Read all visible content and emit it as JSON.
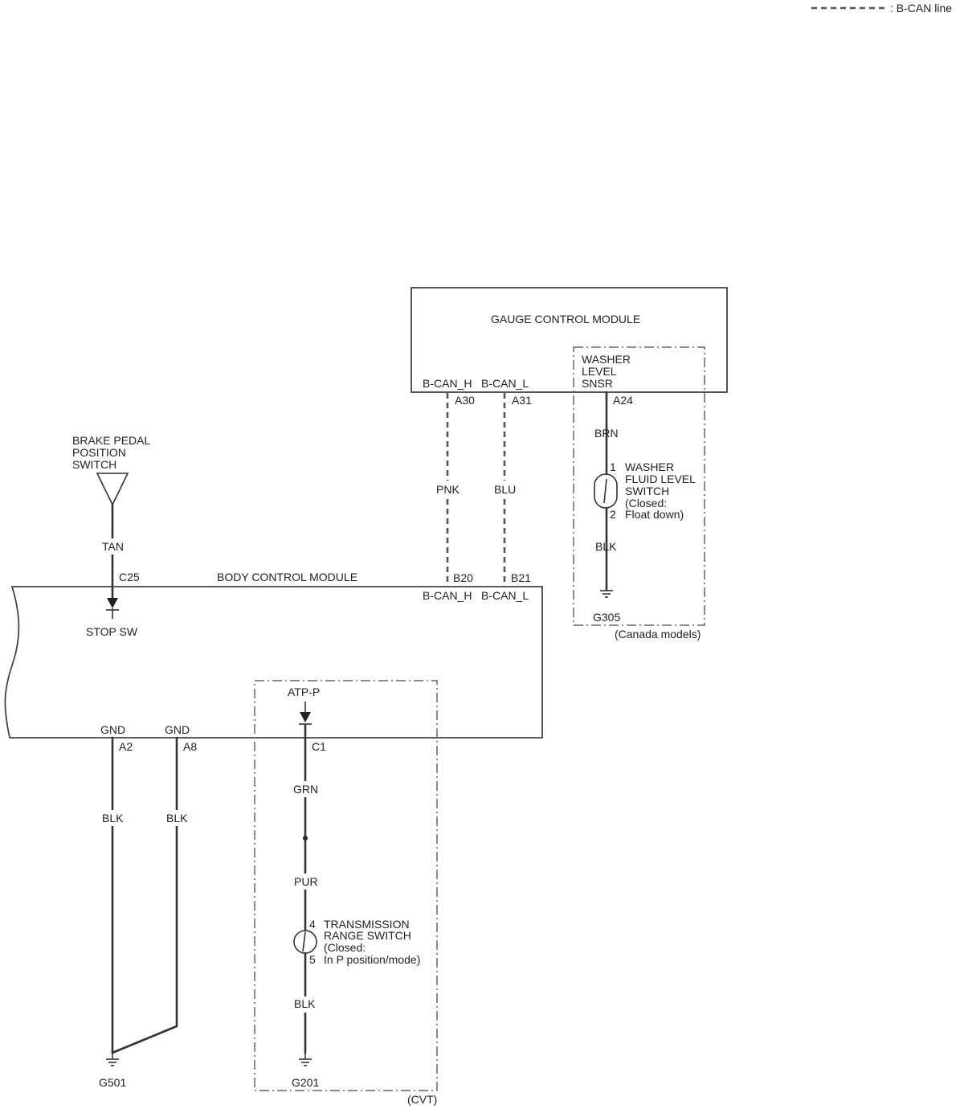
{
  "legend": {
    "can_line_label": ": B-CAN line"
  },
  "gauge_module": {
    "title": "GAUGE CONTROL MODULE",
    "can_h_label": "B-CAN_H",
    "can_l_label": "B-CAN_L",
    "pin_can_h": "A30",
    "pin_can_l": "A31",
    "washer_sensor_line1": "WASHER",
    "washer_sensor_line2": "LEVEL",
    "washer_sensor_line3": "SNSR",
    "pin_washer": "A24"
  },
  "washer_circuit": {
    "wire_top": "BRN",
    "pin_1": "1",
    "pin_2": "2",
    "switch_line1": "WASHER",
    "switch_line2": "FLUID LEVEL",
    "switch_line3": "SWITCH",
    "switch_line4": "(Closed:",
    "switch_line5": "Float down)",
    "wire_bottom": "BLK",
    "ground": "G305",
    "option_label": "(Canada models)"
  },
  "can_wires": {
    "high_color": "PNK",
    "low_color": "BLU"
  },
  "brake_switch": {
    "line1": "BRAKE PEDAL",
    "line2": "POSITION",
    "line3": "SWITCH",
    "wire": "TAN"
  },
  "body_module": {
    "title": "BODY CONTROL MODULE",
    "pin_stop": "C25",
    "stop_label": "STOP SW",
    "pin_can_h": "B20",
    "pin_can_l": "B21",
    "can_h_label": "B-CAN_H",
    "can_l_label": "B-CAN_L",
    "gnd_label_1": "GND",
    "gnd_label_2": "GND",
    "pin_gnd_1": "A2",
    "pin_gnd_2": "A8",
    "atp_label": "ATP-P",
    "pin_atp": "C1"
  },
  "ground_wires": {
    "wire_1": "BLK",
    "wire_2": "BLK",
    "ground": "G501"
  },
  "transmission_circuit": {
    "wire_top": "GRN",
    "wire_mid": "PUR",
    "pin_4": "4",
    "pin_5": "5",
    "switch_line1": "TRANSMISSION",
    "switch_line2": "RANGE SWITCH",
    "switch_line3": "(Closed:",
    "switch_line4": "In P position/mode)",
    "wire_bottom": "BLK",
    "ground": "G201",
    "option_label": "(CVT)"
  }
}
